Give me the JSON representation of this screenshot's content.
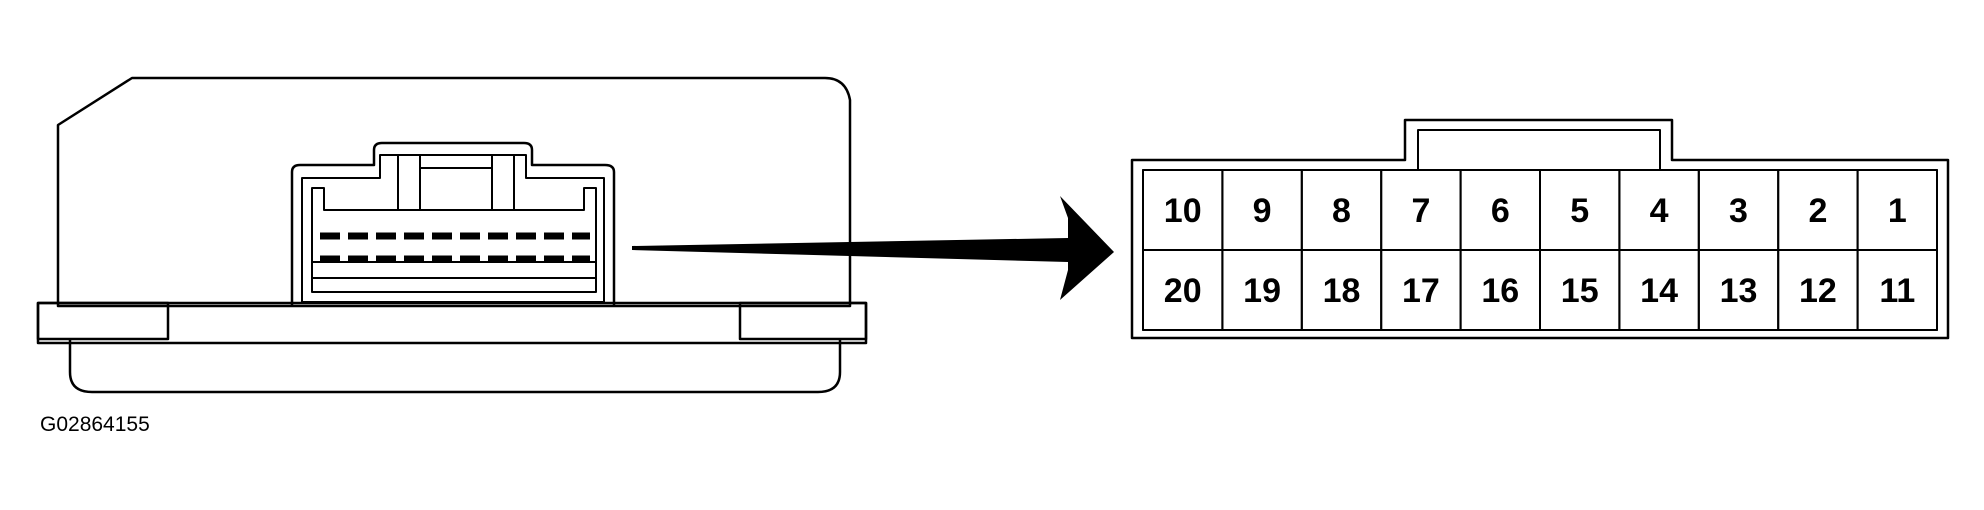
{
  "figure_code": "G02864155",
  "connector": {
    "top_row_pins": [
      "10",
      "9",
      "8",
      "7",
      "6",
      "5",
      "4",
      "3",
      "2",
      "1"
    ],
    "bottom_row_pins": [
      "20",
      "19",
      "18",
      "17",
      "16",
      "15",
      "14",
      "13",
      "12",
      "11"
    ]
  },
  "colors": {
    "line": "#000000",
    "background": "#ffffff"
  }
}
